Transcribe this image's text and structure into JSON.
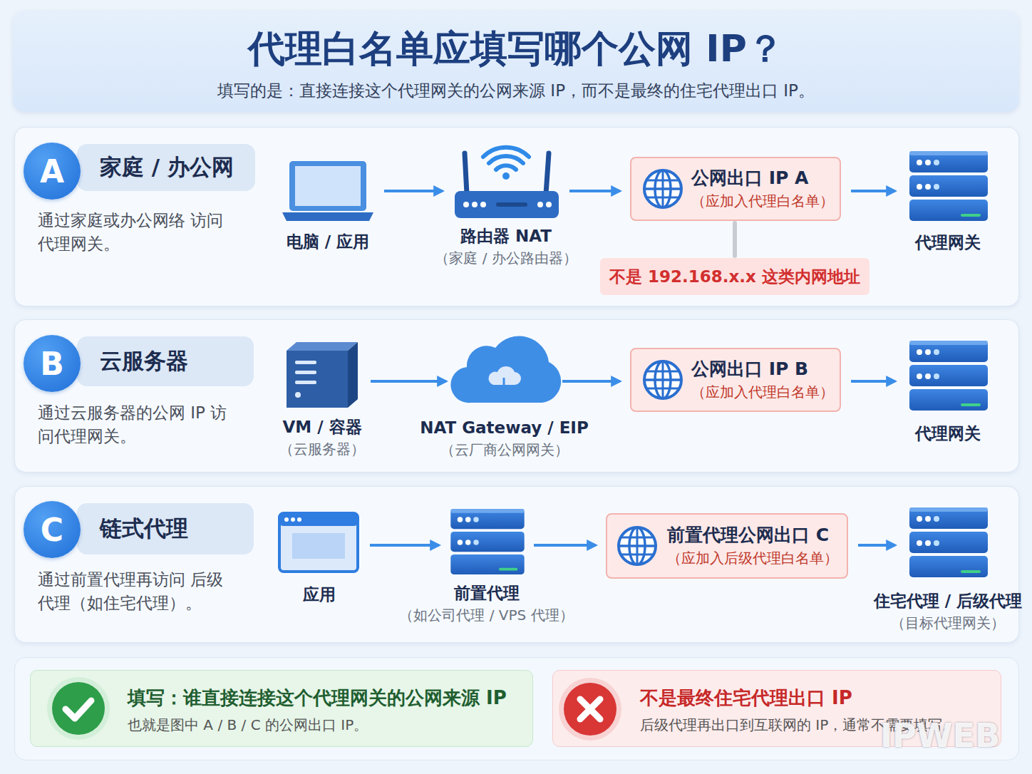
{
  "diagram": {
    "title": "代理白名单应填写哪个公网 IP？",
    "nodes": [
      {
        "text": [
          "通过家庭或办公网络 访问代理网关。"
        ]
      },
      {
        "text": [
          "A"
        ],
        "in": 0
      },
      {
        "text": [
          "家庭 / 办公网"
        ],
        "in": 0
      },
      {
        "text": [
          "电脑 / 应用"
        ],
        "in": 0
      },
      {
        "text": [
          "路由器 NAT",
          "（家庭 / 办公路由器）"
        ],
        "in": 0
      },
      {
        "text": [
          "公网出口 IP A",
          "（应加入代理白名单）"
        ],
        "in": 0
      },
      {
        "text": [
          "代理网关"
        ],
        "in": 0
      },
      {
        "text": [
          "不是 192.168.x.x 这类内网地址"
        ],
        "in": 0
      },
      {
        "text": [
          "通过云服务器的公网 IP 访问代理网关。"
        ]
      },
      {
        "text": [
          "B"
        ],
        "in": 8
      },
      {
        "text": [
          "云服务器"
        ],
        "in": 8
      },
      {
        "text": [
          "VM / 容器",
          "（云服务器）"
        ],
        "in": 8
      },
      {
        "text": [
          "NAT Gateway / EIP",
          "（云厂商公网网关）"
        ],
        "in": 8
      },
      {
        "text": [
          "公网出口 IP B",
          "（应加入代理白名单）"
        ],
        "in": 8
      },
      {
        "text": [
          "代理网关"
        ],
        "in": 8
      },
      {
        "text": [
          "通过前置代理再访问 后级代理（如住宅代理）。"
        ]
      },
      {
        "text": [
          "C"
        ],
        "in": 15
      },
      {
        "text": [
          "链式代理"
        ],
        "in": 15
      },
      {
        "text": [
          "应用"
        ],
        "in": 15
      },
      {
        "text": [
          "前置代理",
          "（如公司代理 / VPS 代理）"
        ],
        "in": 15
      },
      {
        "text": [
          "前置代理公网出口 C",
          "（应加入后级代理白名单）"
        ],
        "in": 15
      },
      {
        "text": [
          "住宅代理 / 后级代理",
          "（目标代理网关）"
        ],
        "in": 15
      },
      {
        "text": [
          "填写：谁直接连接这个代理网关的公网来源 IP",
          "也就是图中 A / B / C 的公网出口 IP。"
        ]
      },
      {
        "text": [
          "不是最终住宅代理出口 IP",
          "后级代理再出口到互联网的 IP，通常不需要填写。"
        ]
      }
    ],
    "edges": [
      {
        "from": 3,
        "to": 4,
        "arrow": "to"
      },
      {
        "from": 4,
        "to": 5,
        "arrow": "to"
      },
      {
        "from": 5,
        "to": 6,
        "arrow": "to"
      },
      {
        "from": 7,
        "to": 5,
        "arrow": "none"
      },
      {
        "from": 11,
        "to": 12,
        "arrow": "to"
      },
      {
        "from": 12,
        "to": 13,
        "arrow": "to"
      },
      {
        "from": 13,
        "to": 14,
        "arrow": "to"
      },
      {
        "from": 18,
        "to": 19,
        "arrow": "to"
      },
      {
        "from": 19,
        "to": 20,
        "arrow": "to"
      },
      {
        "from": 20,
        "to": 21,
        "arrow": "to"
      }
    ],
    "labels": [
      "填写的是：直接连接这个代理网关的公网来源 IP，而不是最终的住宅代理出口 IP。",
      "IPWEB"
    ]
  }
}
